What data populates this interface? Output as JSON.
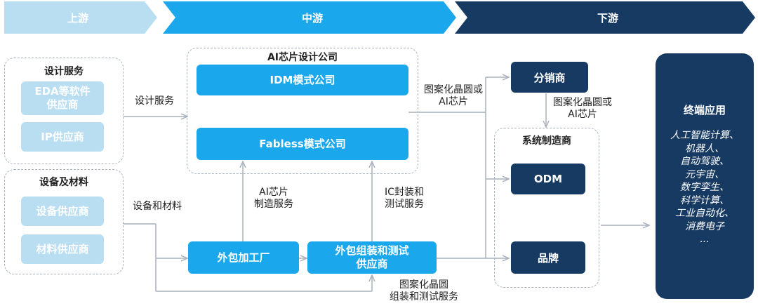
{
  "stages": {
    "upstream": "上游",
    "midstream": "中游",
    "downstream": "下游"
  },
  "groups": {
    "design_services": "设计服务",
    "equipment_materials": "设备及材料",
    "ai_chip_design": "AI芯片设计公司",
    "system_makers": "系统制造商"
  },
  "boxes": {
    "eda": "EDA等软件\n供应商",
    "ip": "IP供应商",
    "equipment_supplier": "设备供应商",
    "material_supplier": "材料供应商",
    "idm": "IDM模式公司",
    "fabless": "Fabless模式公司",
    "foundry": "外包加工厂",
    "osat": "外包组装和测试\n供应商",
    "distributor": "分销商",
    "odm": "ODM",
    "brand": "品牌"
  },
  "flow_labels": {
    "design_service": "设计服务",
    "equipment_and_materials": "设备和材料",
    "ai_chip_manufacturing": "AI芯片\n制造服务",
    "ic_packaging": "IC封装和\n测试服务",
    "wafer_or_chip_1": "图案化晶圆或\nAI芯片",
    "wafer_or_chip_2": "图案化晶圆或\nAI芯片",
    "wafer_packaging": "图案化晶圆\n组装和测试服务"
  },
  "end_use": {
    "title": "终端应用",
    "items": [
      "人工智能计算、",
      "机器人、",
      "自动驾驶、",
      "元宇宙、",
      "数字孪生、",
      "科学计算、",
      "工业自动化、",
      "消费电子",
      "..."
    ]
  },
  "colors": {
    "upstream": "#b9def2",
    "midstream": "#1aa7ec",
    "downstream": "#173a63",
    "line": "#a9b1bb"
  }
}
